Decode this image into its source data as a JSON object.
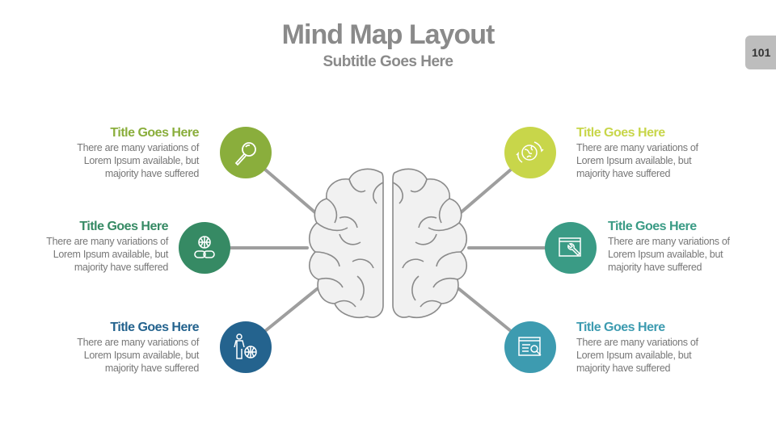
{
  "header": {
    "title": "Mind Map Layout",
    "subtitle": "Subtitle Goes Here",
    "page_number": "101"
  },
  "items": [
    {
      "title": "Title Goes Here",
      "body": "There are many variations of\nLorem Ipsum available, but\nmajority have suffered",
      "color": "#8aae3c",
      "icon": "magnifier-icon"
    },
    {
      "title": "Title Goes Here",
      "body": "There are many variations of\nLorem Ipsum available, but\nmajority have suffered",
      "color": "#368a64",
      "icon": "globe-link-icon"
    },
    {
      "title": "Title Goes Here",
      "body": "There are many variations of\nLorem Ipsum available, but\nmajority have suffered",
      "color": "#24638e",
      "icon": "businessman-globe-icon"
    },
    {
      "title": "Title Goes Here",
      "body": "There are many variations of\nLorem Ipsum available, but\nmajority have suffered",
      "color": "#c8d64a",
      "icon": "globe-refresh-icon"
    },
    {
      "title": "Title Goes Here",
      "body": "There are many variations of\nLorem Ipsum available, but\nmajority have suffered",
      "color": "#3a9b85",
      "icon": "browser-wrench-icon"
    },
    {
      "title": "Title Goes Here",
      "body": "There are many variations of\nLorem Ipsum available, but\nmajority have suffered",
      "color": "#3d9bb0",
      "icon": "browser-search-icon"
    }
  ]
}
